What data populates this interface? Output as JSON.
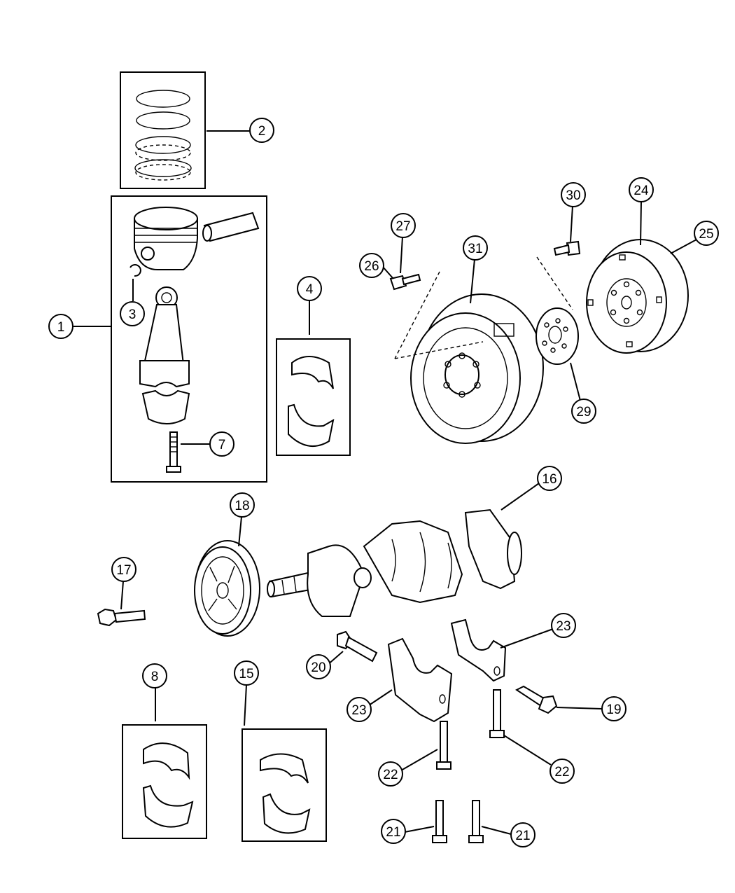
{
  "callouts": [
    {
      "label": "1"
    },
    {
      "label": "2"
    },
    {
      "label": "3"
    },
    {
      "label": "4"
    },
    {
      "label": "7"
    },
    {
      "label": "8"
    },
    {
      "label": "15"
    },
    {
      "label": "16"
    },
    {
      "label": "17"
    },
    {
      "label": "18"
    },
    {
      "label": "19"
    },
    {
      "label": "20"
    },
    {
      "label": "21"
    },
    {
      "label": "21"
    },
    {
      "label": "22"
    },
    {
      "label": "22"
    },
    {
      "label": "23"
    },
    {
      "label": "23"
    },
    {
      "label": "24"
    },
    {
      "label": "25"
    },
    {
      "label": "26"
    },
    {
      "label": "27"
    },
    {
      "label": "29"
    },
    {
      "label": "30"
    },
    {
      "label": "31"
    }
  ]
}
